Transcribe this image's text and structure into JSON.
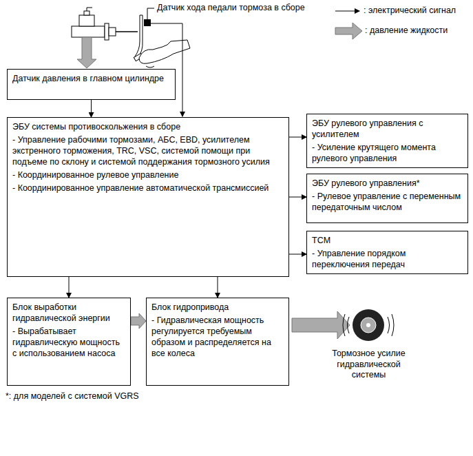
{
  "diagram": {
    "nodes": [
      {
        "text": [
          "Датчик давления в главном цилиндре"
        ]
      },
      {
        "text": [
          "ЭБУ системы противоскольжения в сборе",
          "- Управление рабочими тормозами, АБС, EBD, усилителем экстренного торможения, TRC, VSC, системой помощи при подъеме по склону и системой поддержания тормозного усилия",
          "- Координированное рулевое управление",
          "- Координированное управление автоматической трансмиссией"
        ]
      },
      {
        "text": [
          "ЭБУ рулевого управления с усилителем",
          "- Усиление крутящего момента рулевого управления"
        ]
      },
      {
        "text": [
          "ЭБУ рулевого управления*",
          "- Рулевое управление с переменным передаточным числом"
        ]
      },
      {
        "text": [
          "TCM",
          "- Управление порядком переключения передач"
        ]
      },
      {
        "text": [
          "Блок выработки гидравлической энергии",
          "- Вырабатывает гидравлическую мощность с использованием насоса"
        ]
      },
      {
        "text": [
          "Блок гидропривода",
          "- Гидравлическая мощность регулируется требуемым образом и распределяется на все колеса"
        ]
      }
    ],
    "edges": [
      {
        "from": 0,
        "to": 1,
        "arrow": "to"
      },
      {
        "from": 1,
        "to": 2,
        "arrow": "to"
      },
      {
        "from": 1,
        "to": 3,
        "arrow": "to"
      },
      {
        "from": 1,
        "to": 4,
        "arrow": "to"
      },
      {
        "from": 1,
        "to": 5,
        "arrow": "to"
      },
      {
        "from": 1,
        "to": 6,
        "arrow": "to"
      },
      {
        "from": 5,
        "to": 6,
        "arrow": "to"
      }
    ],
    "labels": [
      "Датчик хода педали тормоза в сборе",
      "Тормозное усилие гидравлической системы",
      "*: для моделей с системой VGRS"
    ],
    "legend": [
      {
        "text": ": электрический сигнал"
      },
      {
        "text": ": давление жидкости"
      }
    ]
  }
}
